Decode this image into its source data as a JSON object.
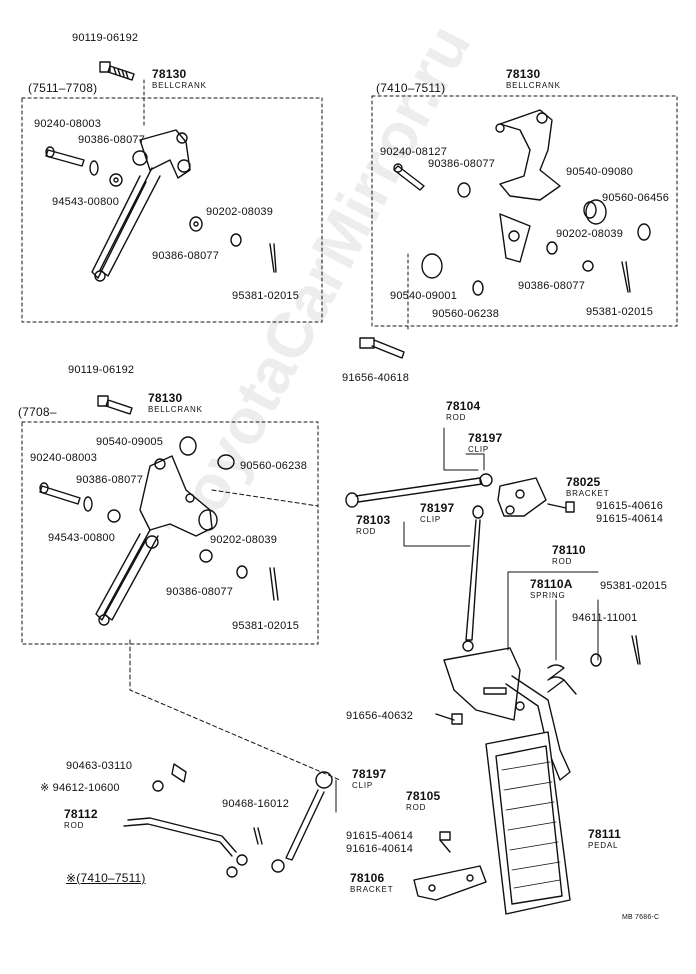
{
  "watermark": "ToyotaCarMirror.ru",
  "ranges": {
    "a": "(7511–7708)",
    "b": "(7410–7511)",
    "c": "(7708–",
    "d": "※(7410–7511)"
  },
  "labels": {
    "p90119_a": "90119-06192",
    "p78130_a": "78130",
    "bellcrank_a": "BELLCRANK",
    "p90240_a": "90240-08003",
    "p90386_a1": "90386-08077",
    "p94543_a": "94543-00800",
    "p90202_a": "90202-08039",
    "p90386_a2": "90386-08077",
    "p95381_a": "95381-02015",
    "p78130_b": "78130",
    "bellcrank_b": "BELLCRANK",
    "p90240_b": "90240-08127",
    "p90386_b1": "90386-08077",
    "p90540_b1": "90540-09080",
    "p90560_b1": "90560-06456",
    "p90202_b": "90202-08039",
    "p90540_b2": "90540-09001",
    "p90386_b2": "90386-08077",
    "p90560_b2": "90560-06238",
    "p95381_b": "95381-02015",
    "p91656_b": "91656-40618",
    "p90119_c": "90119-06192",
    "p78130_c": "78130",
    "bellcrank_c": "BELLCRANK",
    "p90540_c": "90540-09005",
    "p90560_c": "90560-06238",
    "p90240_c": "90240-08003",
    "p90386_c1": "90386-08077",
    "p94543_c": "94543-00800",
    "p90202_c": "90202-08039",
    "p90386_c2": "90386-08077",
    "p95381_c": "95381-02015",
    "p78104": "78104",
    "rod_78104": "ROD",
    "p78197_1": "78197",
    "clip_1": "CLIP",
    "p78025": "78025",
    "bracket_78025": "BRACKET",
    "p91615_1": "91615-40616",
    "p91615_2": "91615-40614",
    "p78197_2": "78197",
    "clip_2": "CLIP",
    "p78103": "78103",
    "rod_78103": "ROD",
    "p78110": "78110",
    "rod_78110": "ROD",
    "p78110A": "78110A",
    "spring": "SPRING",
    "p95381_d": "95381-02015",
    "p94611": "94611-11001",
    "p91656_d": "91656-40632",
    "p90463": "90463-03110",
    "p94612": "※ 94612-10600",
    "p78112": "78112",
    "rod_78112": "ROD",
    "p90468": "90468-16012",
    "p78197_3": "78197",
    "clip_3": "CLIP",
    "p78105": "78105",
    "rod_78105": "ROD",
    "p91615_3": "91615-40614",
    "p91616": "91616-40614",
    "p78111": "78111",
    "pedal": "PEDAL",
    "p78106": "78106",
    "bracket_78106": "BRACKET",
    "code": "MB 7686-C"
  }
}
